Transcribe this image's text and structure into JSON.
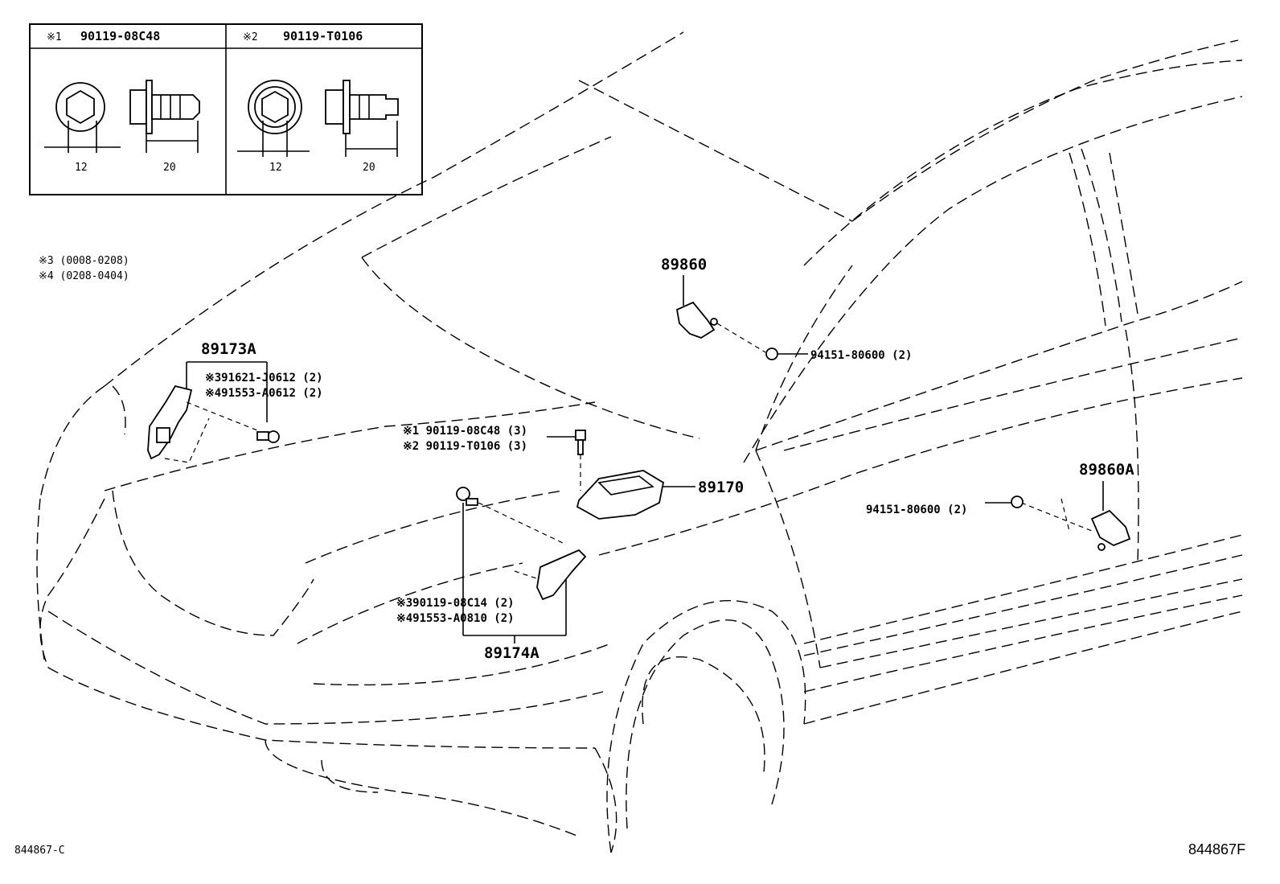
{
  "legend": {
    "bolt1": {
      "mark": "※1",
      "part": "90119-08C48",
      "dim_head": "12",
      "dim_length": "20"
    },
    "bolt2": {
      "mark": "※2",
      "part": "90119-T0106",
      "dim_head": "12",
      "dim_length": "20"
    }
  },
  "notes": [
    "※3 (0008-0208)",
    "※4 (0208-0404)"
  ],
  "callouts": {
    "p89860": "89860",
    "p89860A": "89860A",
    "p89170": "89170",
    "p89173A": "89173A",
    "p89174A": "89174A",
    "nut_upper": "94151-80600 (2)",
    "nut_lower": "94151-80600 (2)",
    "screw_173a_1": "※391621-J0612 (2)",
    "screw_173a_2": "※491553-A0612 (2)",
    "bolt_170_1": "※1 90119-08C48 (3)",
    "bolt_170_2": "※2 90119-T0106 (3)",
    "bolt_174a_1": "※390119-08C14 (2)",
    "bolt_174a_2": "※491553-A0810 (2)"
  },
  "footer": {
    "left_code": "844867-C",
    "right_code": "844867F"
  }
}
